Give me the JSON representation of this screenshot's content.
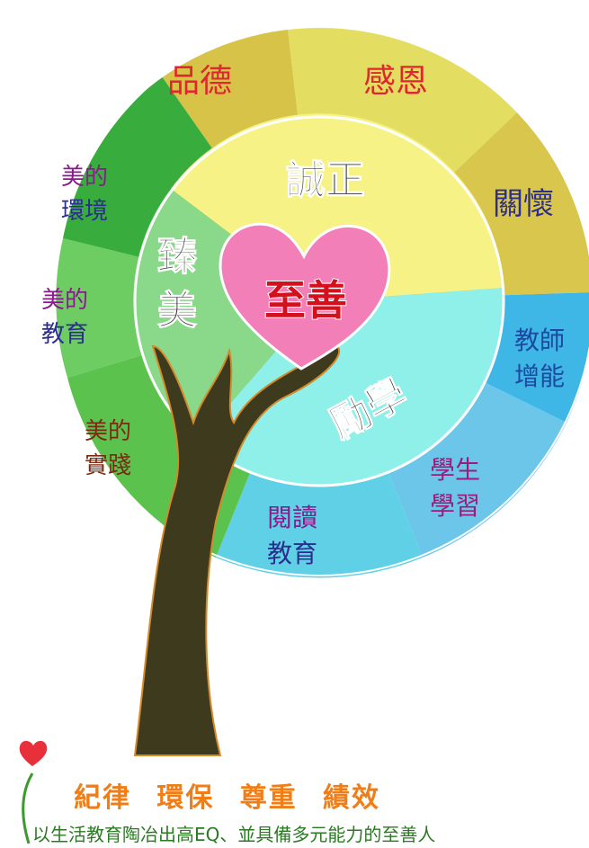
{
  "outer_ring": {
    "pinde": "品德",
    "ganen": "感恩",
    "guanhuai": "關懷",
    "jiaoshi": [
      "教師",
      "增能"
    ],
    "xuesheng": [
      "學生",
      "學習"
    ],
    "yuedu": [
      "閱讀",
      "教育"
    ],
    "shijian": [
      "美的",
      "實踐"
    ],
    "jiaoyu": [
      "美的",
      "教育"
    ],
    "huanjing": [
      "美的",
      "環境"
    ]
  },
  "inner_ring": {
    "chengzheng": "誠正",
    "lixue": "勵學",
    "zhenmei": [
      "臻",
      "美"
    ]
  },
  "heart": {
    "label": "至善"
  },
  "motto": [
    "紀律",
    "環保",
    "尊重",
    "績效"
  ],
  "slogan": "以生活教育陶冶出高EQ、並具備多元能力的至善人",
  "colors": {
    "outer_yellow": "#d8c84a",
    "outer_light_yellow": "#e4e06a",
    "outer_green": "#4fbf4a",
    "outer_blue": "#38b4e0",
    "inner_yellow": "#f7f286",
    "inner_green": "#8ad88a",
    "inner_cyan": "#8ef0e8",
    "heart_pink": "#f27fb8",
    "trunk": "#3d3a1e",
    "motto_orange": "#f07e18",
    "slogan_green": "#2a7a22"
  }
}
